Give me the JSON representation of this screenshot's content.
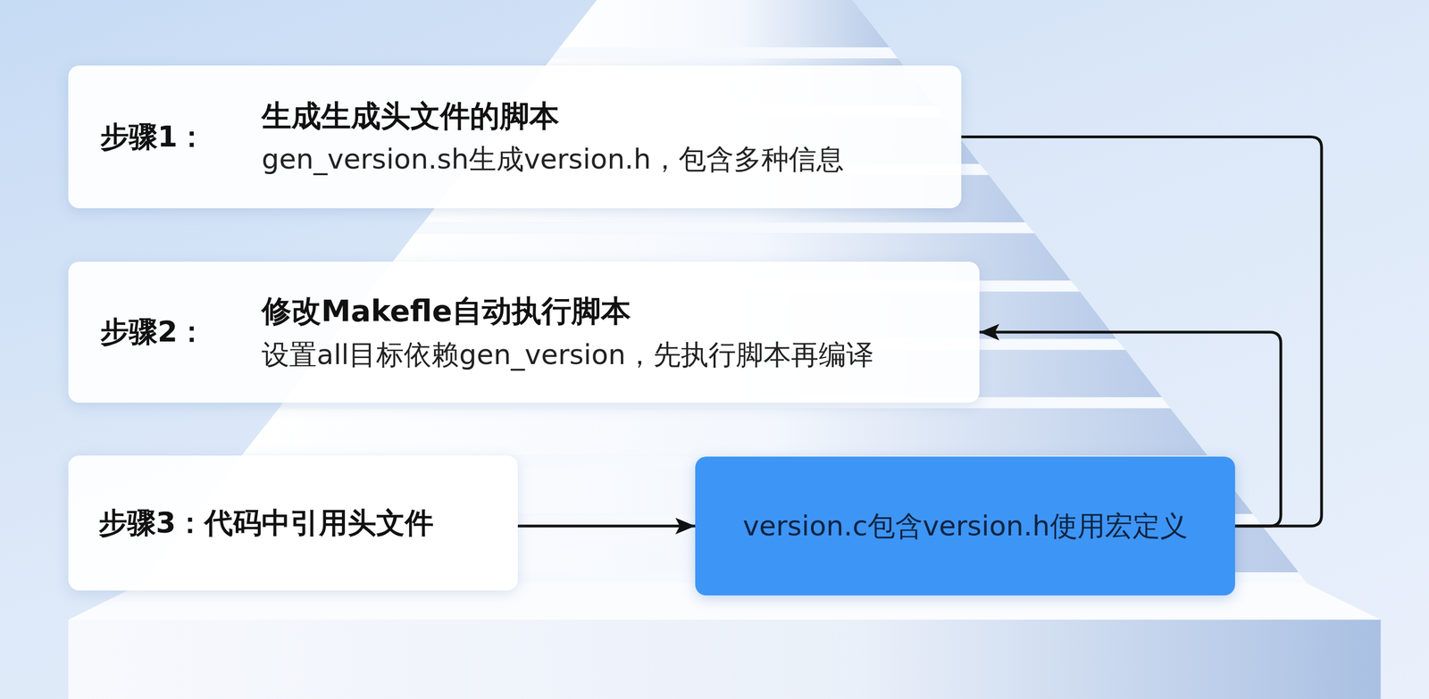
{
  "diagram": {
    "nodes": [
      {
        "text": [
          "步骤1：",
          "生成生成头文件的脚本",
          "gen_version.sh生成version.h，包含多种信息"
        ]
      },
      {
        "text": [
          "步骤2：",
          "修改Makefle自动执行脚本",
          "设置all目标依赖gen_version，先执行脚本再编译"
        ]
      },
      {
        "text": [
          "步骤3：代码中引用头文件"
        ]
      },
      {
        "text": [
          "version.c包含version.h使用宏定义"
        ]
      }
    ],
    "edges": [
      {
        "from": 2,
        "to": 3,
        "arrow": "to"
      },
      {
        "from": 3,
        "to": 1,
        "arrow": "to"
      },
      {
        "from": 3,
        "to": 0,
        "arrow": "none"
      }
    ]
  }
}
